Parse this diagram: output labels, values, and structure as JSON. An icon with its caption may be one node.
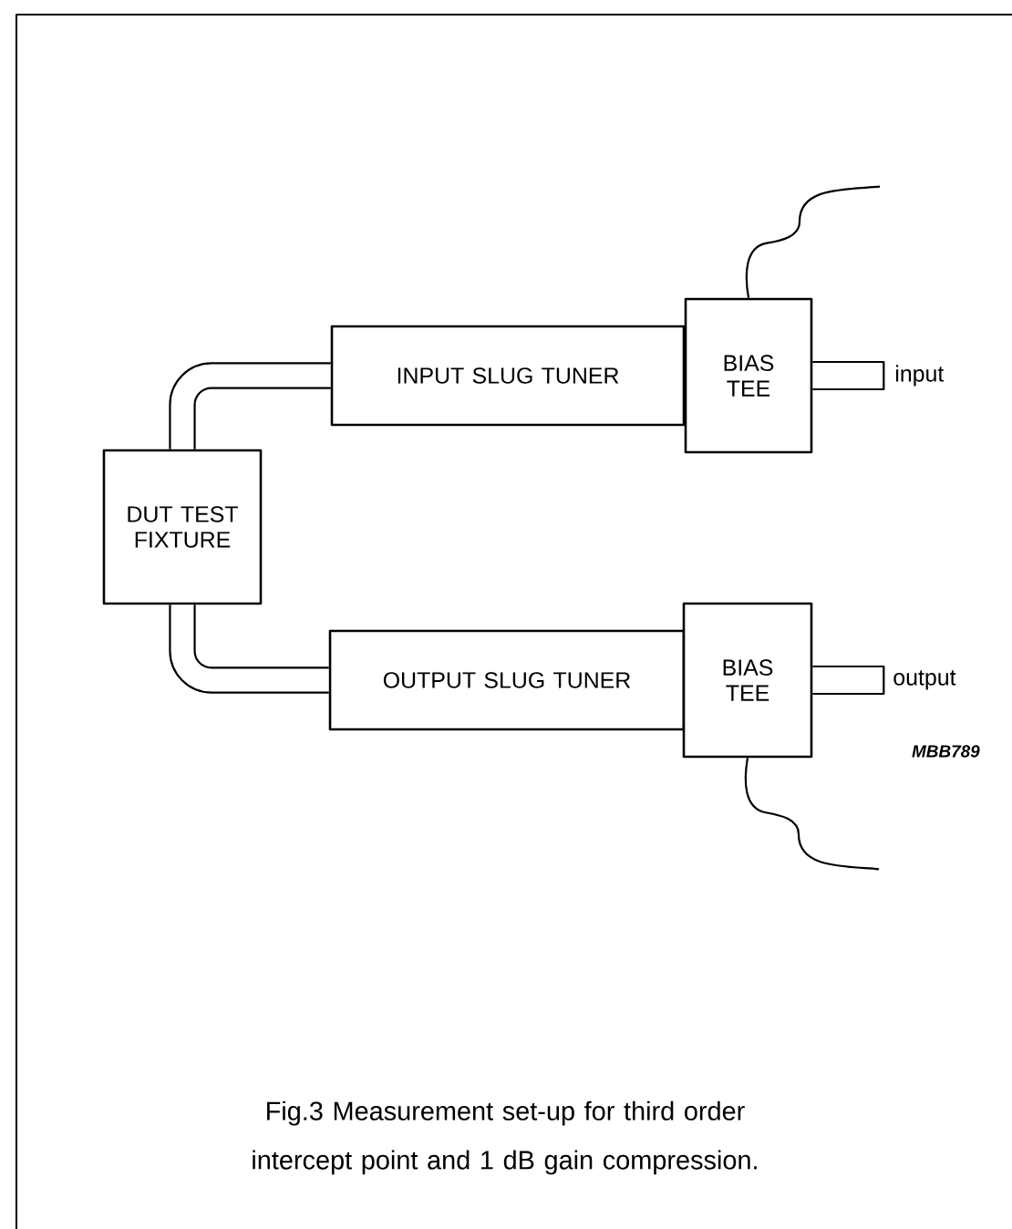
{
  "diagram": {
    "caption": "Fig.3  Measurement set-up for third order intercept point and 1 dB gain compression.",
    "nodes": [
      {
        "text": [
          "DUT TEST FIXTURE"
        ]
      },
      {
        "text": [
          "INPUT SLUG TUNER"
        ]
      },
      {
        "text": [
          "BIAS TEE"
        ]
      },
      {
        "text": [
          "OUTPUT SLUG TUNER"
        ]
      },
      {
        "text": [
          "BIAS TEE"
        ]
      }
    ],
    "edges": [
      {
        "from": 0,
        "to": 1,
        "arrow": "none",
        "style": "thick"
      },
      {
        "from": 0,
        "to": 3,
        "arrow": "none",
        "style": "thick"
      },
      {
        "from": 2,
        "to": null,
        "arrow": "none"
      },
      {
        "from": 4,
        "to": null,
        "arrow": "none"
      },
      {
        "from": 2,
        "to": null,
        "arrow": "none"
      },
      {
        "from": 4,
        "to": null,
        "arrow": "none"
      }
    ],
    "labels": [
      "input",
      "output",
      "MBB789"
    ]
  }
}
